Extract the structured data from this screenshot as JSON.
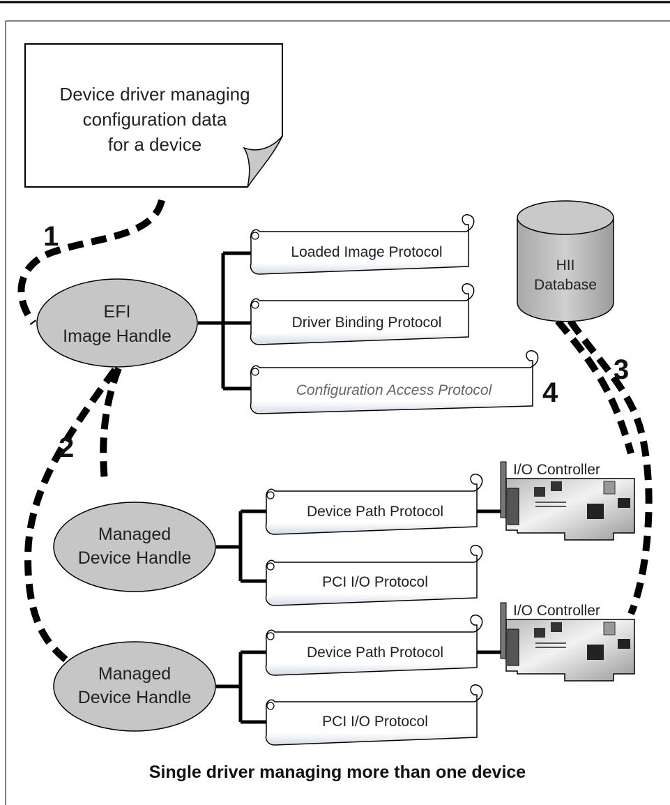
{
  "note": {
    "lines": [
      "Device driver managing",
      "configuration data",
      "for a device"
    ]
  },
  "image_handle": {
    "lines": [
      "EFI",
      "Image Handle"
    ]
  },
  "protocols": {
    "loaded_image": "Loaded Image Protocol",
    "driver_binding": "Driver Binding Protocol",
    "config_access": "Configuration Access Protocol"
  },
  "database": {
    "lines": [
      "HII",
      "Database"
    ]
  },
  "managed_handles": [
    {
      "lines": [
        "Managed",
        "Device Handle"
      ],
      "device_path": "Device Path Protocol",
      "pci_io": "PCI I/O Protocol",
      "controller": "I/O Controller"
    },
    {
      "lines": [
        "Managed",
        "Device Handle"
      ],
      "device_path": "Device Path Protocol",
      "pci_io": "PCI I/O Protocol",
      "controller": "I/O Controller"
    }
  ],
  "steps": [
    "1",
    "2",
    "3",
    "4"
  ],
  "caption": "Single driver managing more than one device"
}
